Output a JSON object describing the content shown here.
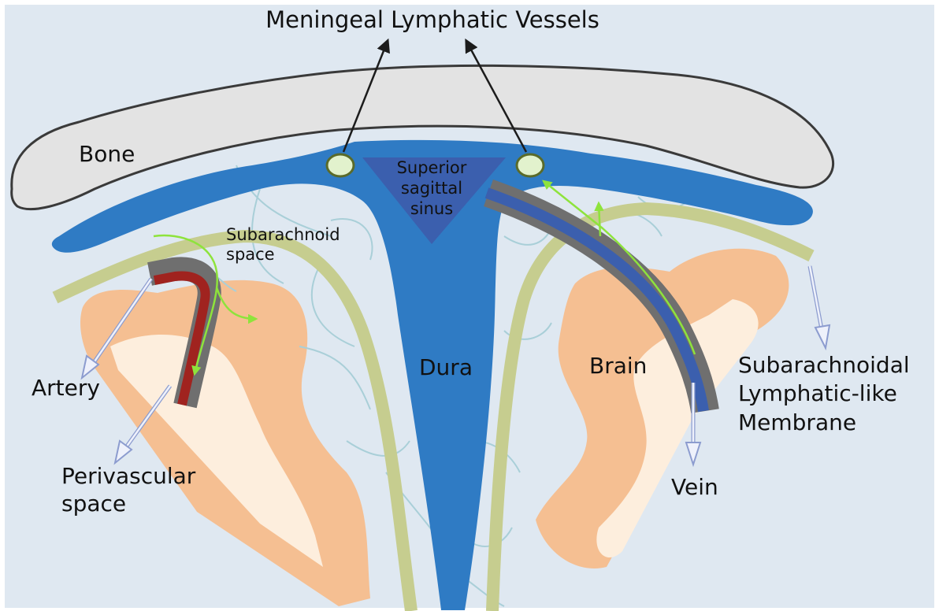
{
  "labels": {
    "title": "Meningeal Lymphatic Vessels",
    "bone": "Bone",
    "sinus_line1": "Superior",
    "sinus_line2": "sagittal",
    "sinus_line3": "sinus",
    "subarachnoid_line1": "Subarachnoid",
    "subarachnoid_line2": "space",
    "dura": "Dura",
    "brain": "Brain",
    "artery": "Artery",
    "perivascular_line1": "Perivascular",
    "perivascular_line2": "space",
    "vein": "Vein",
    "membrane_line1": "Subarachnoidal",
    "membrane_line2": "Lymphatic-like",
    "membrane_line3": "Membrane"
  },
  "colors": {
    "background": "#dfe8f1",
    "bone": "#e3e3e3",
    "dura": "#2f7bc4",
    "sinus": "#3b5fae",
    "membrane": "#c6cd8f",
    "brain_cortex": "#f5bf92",
    "brain_white": "#fdeedd",
    "artery": "#a0231f",
    "vessel_wall": "#6f6f6f",
    "flow_arrow": "#8ee33c",
    "lymph_vessel": "#e2f2cd",
    "pointer_outline": "#8c9ccf",
    "trabeculae": "#a9cfd8"
  }
}
